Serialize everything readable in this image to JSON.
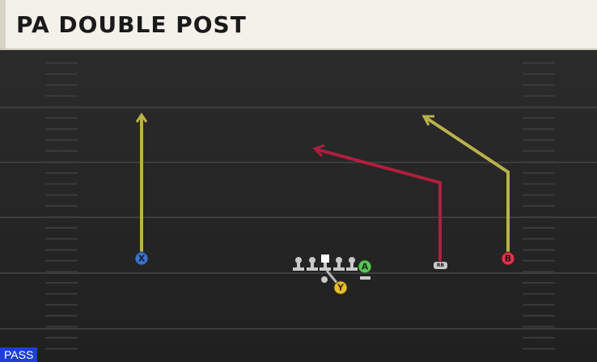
{
  "play": {
    "title": "PA DOUBLE POST",
    "type_badge": "PASS"
  },
  "players": {
    "x": "X",
    "b": "B",
    "a": "A",
    "y": "Y",
    "rb": "RB"
  },
  "colors": {
    "header_bg": "#f3f1ea",
    "field_bg": "#262626",
    "route_yellow": "#b8b24c",
    "route_red": "#b01f3c",
    "x_icon": "#3b73c8",
    "b_icon": "#d9364d",
    "a_icon": "#5cc35a",
    "y_icon": "#e8bf2b",
    "badge": "#1d3fd6"
  }
}
